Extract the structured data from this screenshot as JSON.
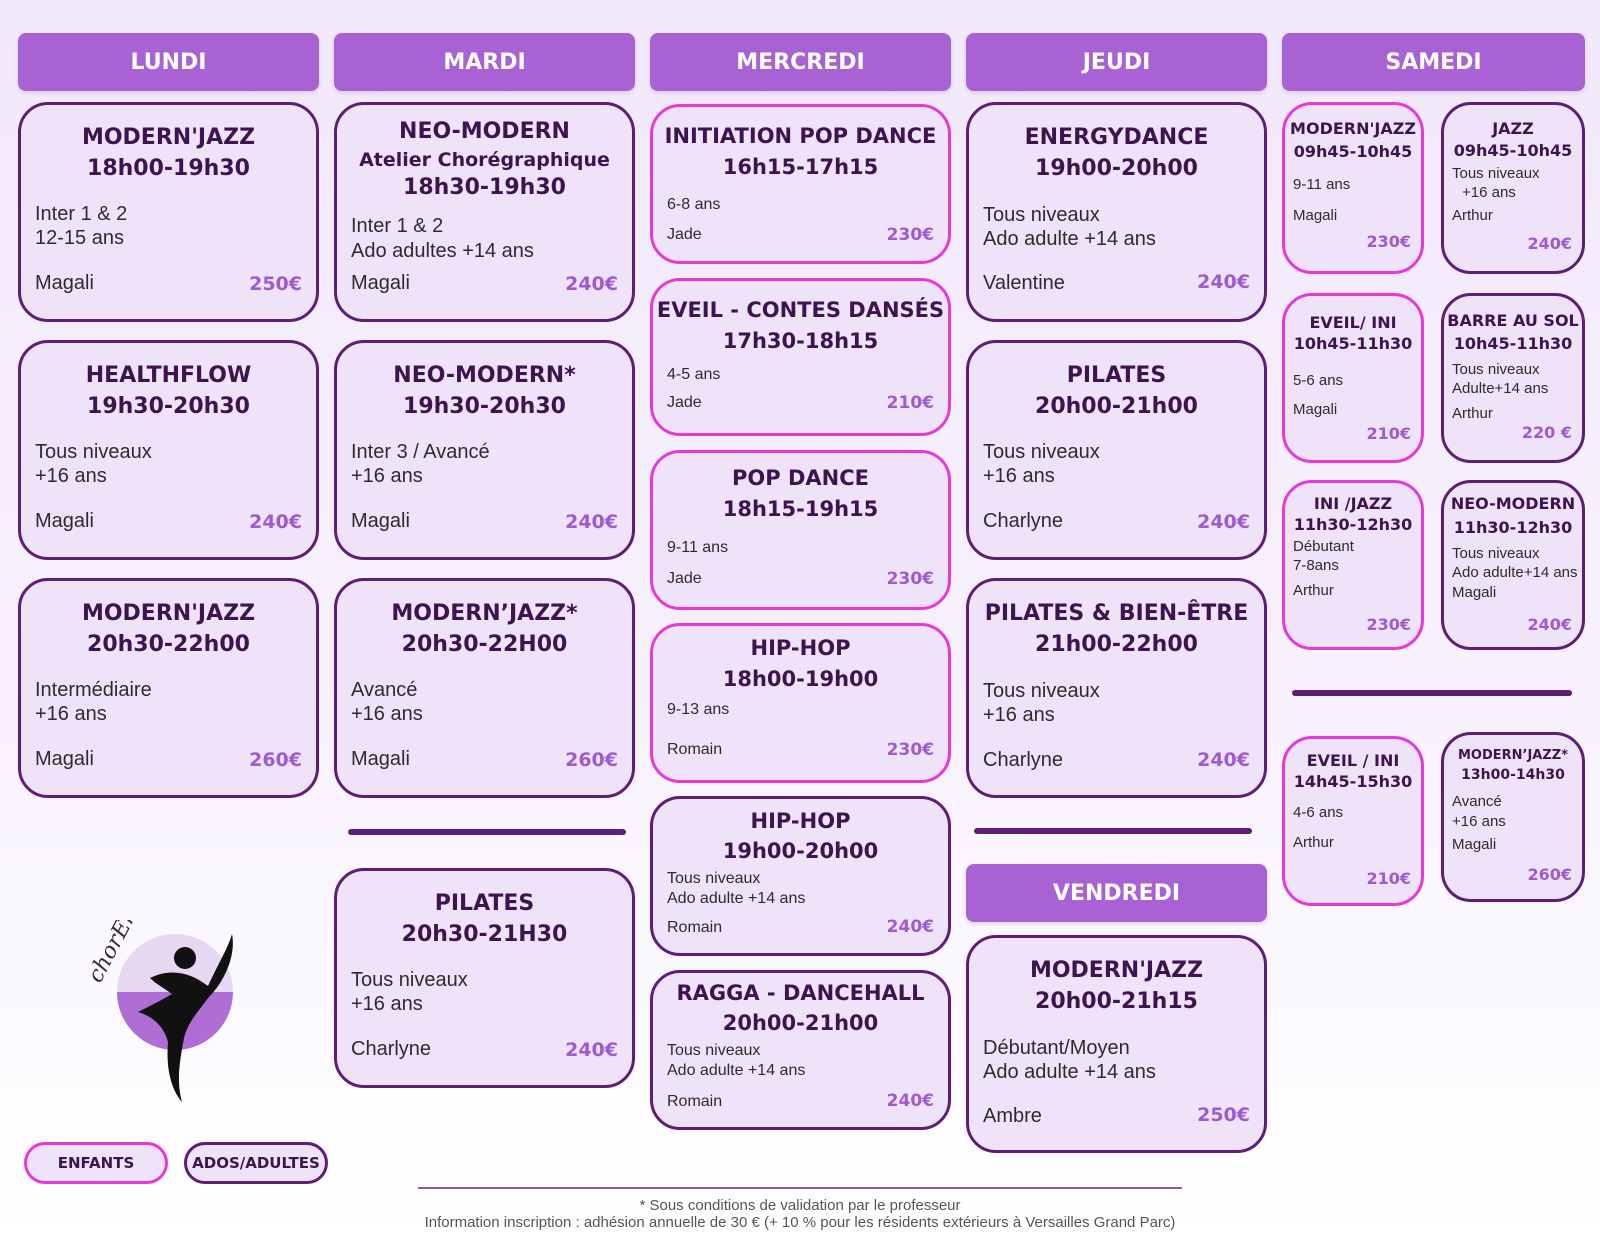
{
  "days": {
    "lundi": "LUNDI",
    "mardi": "MARDI",
    "mercredi": "MERCREDI",
    "jeudi": "JEUDI",
    "samedi": "SAMEDI",
    "vendredi": "VENDREDI"
  },
  "lundi": [
    {
      "title": "MODERN'JAZZ",
      "time": "18h00-19h30",
      "desc1": "Inter 1 & 2",
      "desc2": "12-15 ans",
      "teacher": "Magali",
      "price": "250€"
    },
    {
      "title": "HEALTHFLOW",
      "time": "19h30-20h30",
      "desc1": "Tous niveaux",
      "desc2": "+16 ans",
      "teacher": "Magali",
      "price": "240€"
    },
    {
      "title": "MODERN'JAZZ",
      "time": "20h30-22h00",
      "desc1": "Intermédiaire",
      "desc2": "+16 ans",
      "teacher": "Magali",
      "price": "260€"
    }
  ],
  "mardi": [
    {
      "title": "NEO-MODERN",
      "subtitle": "Atelier Chorégraphique",
      "time": "18h30-19h30",
      "desc1": "Inter 1 & 2",
      "desc2": "Ado adultes +14 ans",
      "teacher": "Magali",
      "price": "240€"
    },
    {
      "title": "NEO-MODERN*",
      "time": "19h30-20h30",
      "desc1": "Inter 3 / Avancé",
      "desc2": "+16 ans",
      "teacher": "Magali",
      "price": "240€"
    },
    {
      "title": "MODERN’JAZZ*",
      "time": "20h30-22H00",
      "desc1": "Avancé",
      "desc2": "+16 ans",
      "teacher": "Magali",
      "price": "260€"
    },
    {
      "title": "PILATES",
      "time": "20h30-21H30",
      "desc1": "Tous niveaux",
      "desc2": "+16 ans",
      "teacher": "Charlyne",
      "price": "240€"
    }
  ],
  "mercredi": [
    {
      "title": "INITIATION POP DANCE",
      "time": "16h15-17h15",
      "desc1": "6-8 ans",
      "desc2": "",
      "teacher": "Jade",
      "price": "230€"
    },
    {
      "title": "EVEIL - CONTES DANSÉS",
      "time": "17h30-18h15",
      "desc1": "4-5 ans",
      "desc2": "",
      "teacher": "Jade",
      "price": "210€"
    },
    {
      "title": "POP DANCE",
      "time": "18h15-19h15",
      "desc1": "9-11 ans",
      "desc2": "",
      "teacher": "Jade",
      "price": "230€"
    },
    {
      "title": "HIP-HOP",
      "time": "18h00-19h00",
      "desc1": "9-13 ans",
      "desc2": "",
      "teacher": "Romain",
      "price": "230€"
    },
    {
      "title": "HIP-HOP",
      "time": "19h00-20h00",
      "desc1": "Tous niveaux",
      "desc2": "Ado adulte +14 ans",
      "teacher": "Romain",
      "price": "240€"
    },
    {
      "title": "RAGGA - DANCEHALL",
      "time": "20h00-21h00",
      "desc1": "Tous niveaux",
      "desc2": "Ado adulte +14 ans",
      "teacher": "Romain",
      "price": "240€"
    }
  ],
  "jeudi": [
    {
      "title": "ENERGYDANCE",
      "time": "19h00-20h00",
      "desc1": "Tous niveaux",
      "desc2": "Ado adulte +14 ans",
      "teacher": "Valentine",
      "price": "240€"
    },
    {
      "title": "PILATES",
      "time": "20h00-21h00",
      "desc1": "Tous niveaux",
      "desc2": "+16 ans",
      "teacher": "Charlyne",
      "price": "240€"
    },
    {
      "title": "PILATES & BIEN-ÊTRE",
      "time": "21h00-22h00",
      "desc1": "Tous niveaux",
      "desc2": "+16 ans",
      "teacher": "Charlyne",
      "price": "240€"
    }
  ],
  "vendredi": [
    {
      "title": "MODERN'JAZZ",
      "time": "20h00-21h15",
      "desc1": "Débutant/Moyen",
      "desc2": "Ado adulte +14 ans",
      "teacher": "Ambre",
      "price": "250€"
    }
  ],
  "samedi": [
    {
      "title": "MODERN'JAZZ",
      "time": "09h45-10h45",
      "desc1": "9-11 ans",
      "desc2": "",
      "teacher": "Magali",
      "price": "230€"
    },
    {
      "title": "JAZZ",
      "time": "09h45-10h45",
      "desc1": "Tous niveaux",
      "desc2": "+16 ans",
      "teacher": "Arthur",
      "price": "240€"
    },
    {
      "title": "EVEIL/ INI",
      "time": "10h45-11h30",
      "desc1": "5-6 ans",
      "desc2": "",
      "teacher": "Magali",
      "price": "210€"
    },
    {
      "title": "BARRE AU SOL",
      "time": "10h45-11h30",
      "desc1": "Tous niveaux",
      "desc2": "Adulte+14 ans",
      "teacher": "Arthur",
      "price": "220 €"
    },
    {
      "title": "INI /JAZZ",
      "time": "11h30-12h30",
      "desc1": "Débutant",
      "desc2": "7-8ans",
      "teacher": "Arthur",
      "price": "230€"
    },
    {
      "title": "NEO-MODERN",
      "time": "11h30-12h30",
      "desc1": "Tous niveaux",
      "desc2": "Ado adulte+14 ans",
      "teacher": "Magali",
      "price": "240€"
    },
    {
      "title": "EVEIL / INI",
      "time": "14h45-15h30",
      "desc1": "4-6 ans",
      "desc2": "",
      "teacher": "Arthur",
      "price": "210€"
    },
    {
      "title": "MODERN’JAZZ*",
      "time": "13h00-14h30",
      "desc1": "Avancé",
      "desc2": "+16 ans",
      "teacher": "Magali",
      "price": "260€"
    }
  ],
  "legend": {
    "kids": "ENFANTS",
    "adults": "ADOS/ADULTES"
  },
  "logo": {
    "text": "chorEnergie"
  },
  "footer": {
    "note": "* Sous conditions de validation par le professeur",
    "info": "Information inscription : adhésion annuelle de 30 € (+ 10 % pour les résidents extérieurs à Versailles Grand Parc)"
  },
  "colors": {
    "header": "#a862d3",
    "card_bg": "#eee3f8",
    "adult_border": "#5e1d77",
    "kids_border": "#e63ad8",
    "price": "#a05ad0"
  }
}
